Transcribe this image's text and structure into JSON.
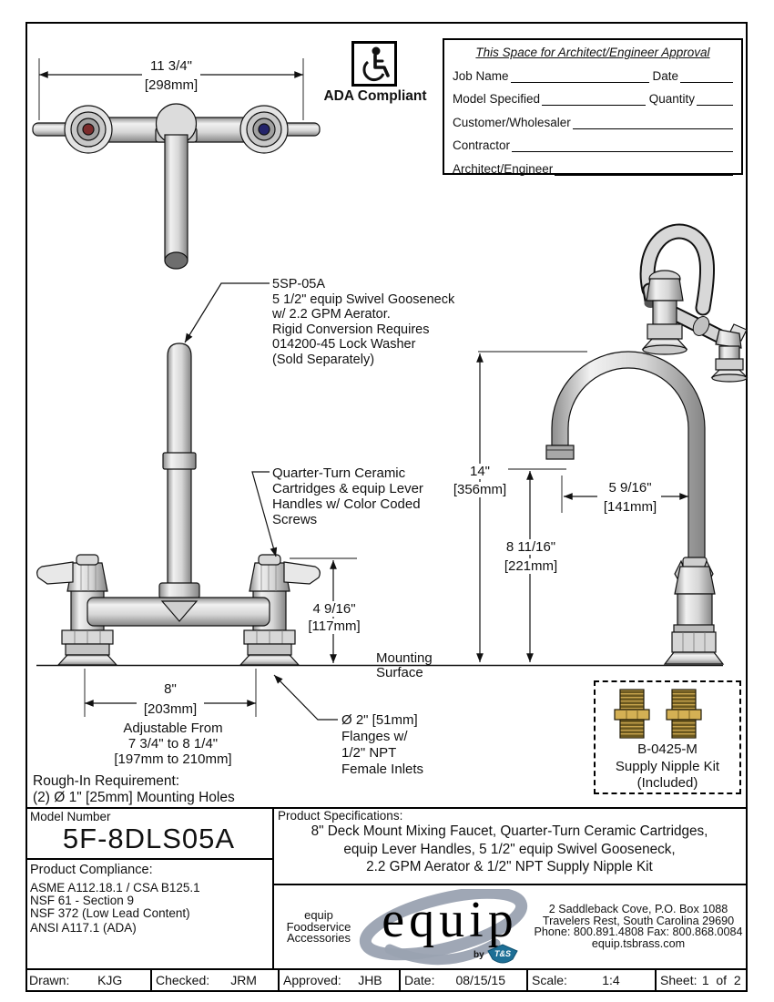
{
  "colors": {
    "line": "#1a1a1a",
    "hot_index": "#7b2c2c",
    "cold_index": "#24246a",
    "brass_dark": "#6b581f",
    "brass_light": "#d4b054",
    "ts_badge_teal": "#1d6f96",
    "logo_swoosh_gray": "#9aa2b1"
  },
  "icons": {
    "ada": "wheelchair-icon",
    "arrowheads": "dimension-arrow-icon"
  },
  "ada": {
    "label": "ADA Compliant"
  },
  "approval": {
    "title": "This Space for Architect/Engineer Approval",
    "rows": [
      {
        "a": "Job Name",
        "b": "Date"
      },
      {
        "a": "Model Specified",
        "b": "Quantity"
      },
      {
        "a": "Customer/Wholesaler"
      },
      {
        "a": "Contractor"
      },
      {
        "a": "Architect/Engineer"
      }
    ]
  },
  "dims": {
    "spread": {
      "in": "11 3/4\"",
      "mm": "[298mm]"
    },
    "height": {
      "in": "14\"",
      "mm": "[356mm]"
    },
    "spout_clearance": {
      "in": "8 11/16\"",
      "mm": "[221mm]"
    },
    "spout_reach": {
      "in": "5 9/16\"",
      "mm": "[141mm]"
    },
    "deck_to_top": {
      "in": "4 9/16\"",
      "mm": "[117mm]"
    },
    "centers": {
      "in": "8\"",
      "mm": "[203mm]"
    }
  },
  "callouts": {
    "gooseneck": [
      "5SP-05A",
      "5 1/2\" equip Swivel Gooseneck",
      "w/ 2.2 GPM Aerator.",
      "Rigid Conversion Requires",
      "014200-45 Lock Washer",
      "(Sold Separately)"
    ],
    "cartridges": [
      "Quarter-Turn Ceramic",
      "Cartridges & equip Lever",
      "Handles w/ Color Coded",
      "Screws"
    ],
    "mounting": [
      "Mounting",
      "Surface"
    ],
    "adjustable": [
      "Adjustable From",
      "7 3/4\" to 8 1/4\"",
      "[197mm to 210mm]"
    ],
    "flanges": [
      "Ø 2\" [51mm]",
      "Flanges w/",
      "1/2\" NPT",
      "Female Inlets"
    ],
    "rough_in": [
      "Rough-In Requirement:",
      "(2) Ø 1\" [25mm] Mounting Holes"
    ]
  },
  "supply_kit": [
    "B-0425-M",
    "Supply Nipple Kit",
    "(Included)"
  ],
  "title_block": {
    "model_label": "Model Number",
    "model": "5F-8DLS05A",
    "compliance_label": "Product Compliance:",
    "compliance": [
      "ASME A112.18.1 / CSA B125.1",
      "NSF 61 - Section 9",
      "NSF 372 (Low Lead Content)",
      "ANSI A117.1 (ADA)"
    ],
    "specs_label": "Product Specifications:",
    "specs": [
      "8\" Deck Mount Mixing Faucet, Quarter-Turn Ceramic Cartridges,",
      "equip Lever Handles, 5 1/2\" equip Swivel Gooseneck,",
      "2.2 GPM Aerator & 1/2\" NPT Supply Nipple Kit"
    ],
    "brand": {
      "tagline": [
        "equip",
        "Foodservice",
        "Accessories"
      ],
      "logo": "equip",
      "by": "by",
      "ts": "T&S",
      "address": [
        "2 Saddleback Cove, P.O. Box 1088",
        "Travelers Rest, South Carolina 29690",
        "Phone: 800.891.4808  Fax: 800.868.0084",
        "equip.tsbrass.com"
      ]
    },
    "footer": {
      "drawn_label": "Drawn:",
      "drawn": "KJG",
      "checked_label": "Checked:",
      "checked": "JRM",
      "approved_label": "Approved:",
      "approved": "JHB",
      "date_label": "Date:",
      "date": "08/15/15",
      "scale_label": "Scale:",
      "scale": "1:4",
      "sheet_label": "Sheet:",
      "sheet": "1  of  2"
    }
  }
}
